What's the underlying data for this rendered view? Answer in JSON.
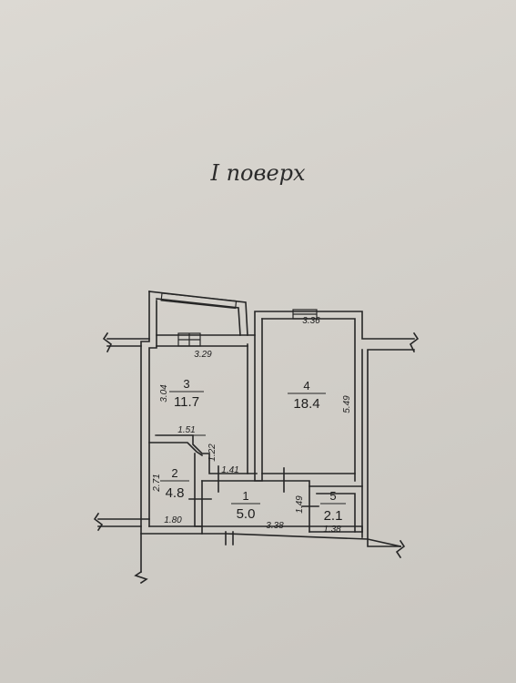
{
  "title": "I поверх",
  "rooms": [
    {
      "number": "1",
      "area": "5.0"
    },
    {
      "number": "2",
      "area": "4.8"
    },
    {
      "number": "3",
      "area": "11.7"
    },
    {
      "number": "4",
      "area": "18.4"
    },
    {
      "number": "5",
      "area": "2.1"
    }
  ],
  "dimensions": {
    "d329": "3.29",
    "d336": "3.36",
    "d304": "3.04",
    "d549": "5.49",
    "d151": "1.51",
    "d122": "1.22",
    "d141": "1.41",
    "d271": "2.71",
    "d180": "1.80",
    "d338": "3.38",
    "d149": "1.49",
    "d138": "1.38"
  },
  "colors": {
    "line": "#262626",
    "paper": "#d6d3cd"
  }
}
